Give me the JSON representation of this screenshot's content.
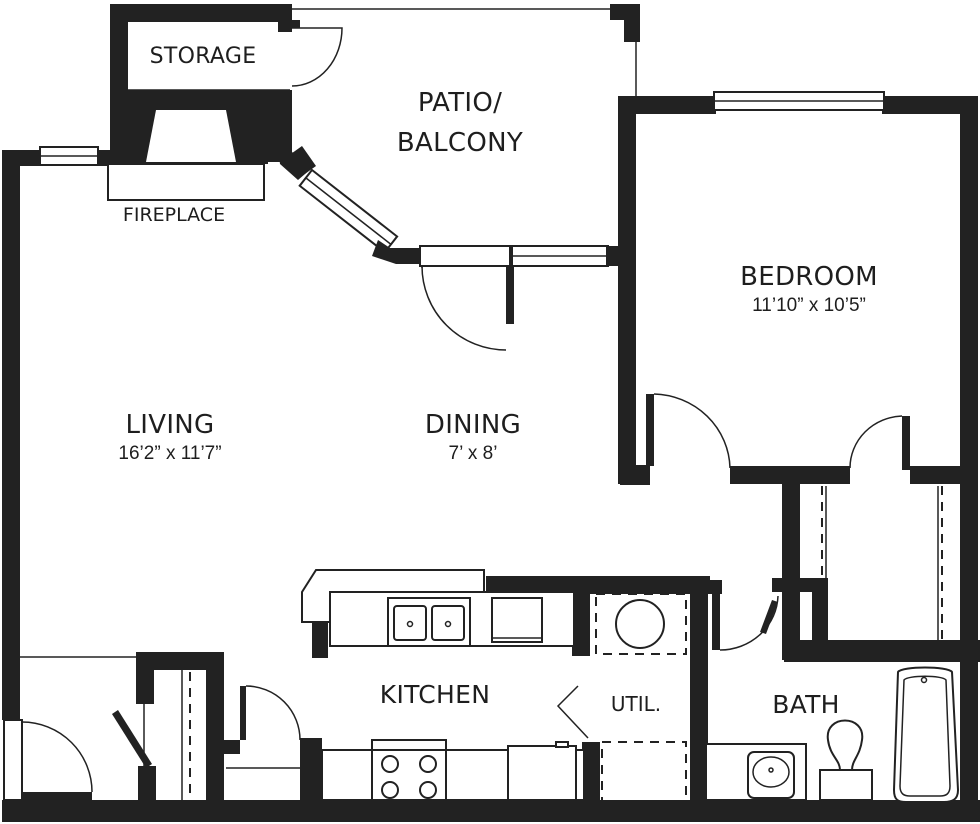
{
  "plan": {
    "type": "floor plan",
    "wall_color": "#222222",
    "background_color": "#ffffff",
    "rooms": {
      "storage": {
        "name": "STORAGE"
      },
      "fireplace": {
        "name": "FIREPLACE"
      },
      "patio": {
        "name_line1": "PATIO/",
        "name_line2": "BALCONY"
      },
      "bedroom": {
        "name": "BEDROOM",
        "dimensions": "11’10” x 10’5”"
      },
      "living": {
        "name": "LIVING",
        "dimensions": "16’2” x 11’7”"
      },
      "dining": {
        "name": "DINING",
        "dimensions": "7’ x 8’"
      },
      "kitchen": {
        "name": "KITCHEN"
      },
      "utility": {
        "name": "UTIL."
      },
      "bath": {
        "name": "BATH"
      }
    },
    "fixtures": [
      "fireplace-hearth",
      "double-sink",
      "dishwasher",
      "range-4-burner",
      "refrigerator",
      "water-heater",
      "washer-dryer-space",
      "bath-sink",
      "toilet",
      "bathtub"
    ]
  }
}
